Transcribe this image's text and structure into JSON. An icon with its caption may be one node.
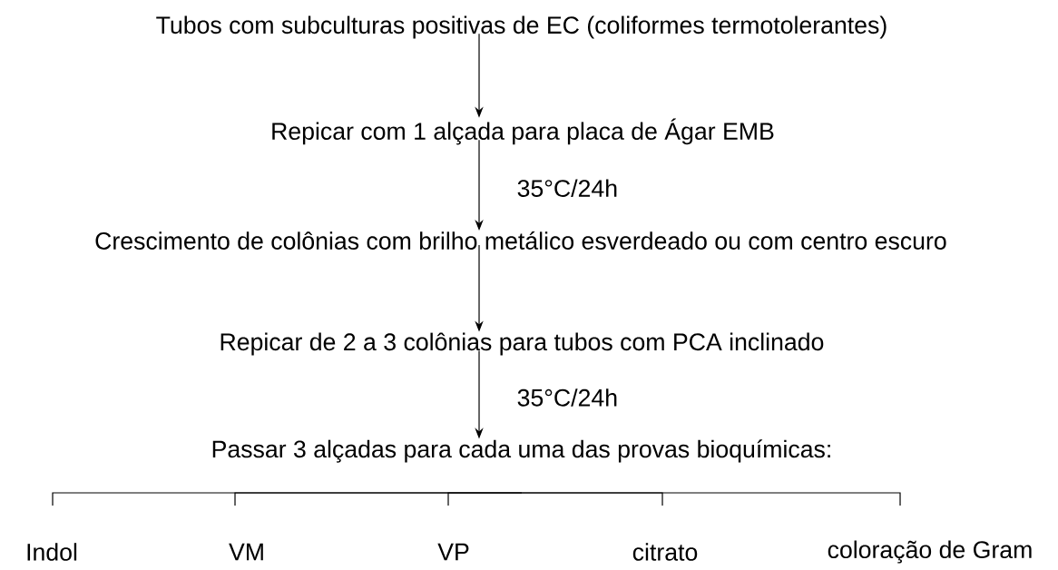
{
  "diagram": {
    "nodes": [
      {
        "text": [
          "Tubos com subculturas positivas de EC (coliformes termotolerantes)"
        ]
      },
      {
        "text": [
          "Repicar com 1 alçada para placa de Ágar EMB"
        ]
      },
      {
        "text": [
          "Crescimento de colônias com brilho metálico esverdeado ou com centro escuro"
        ]
      },
      {
        "text": [
          "Repicar de 2 a 3 colônias para tubos com PCA inclinado"
        ]
      },
      {
        "text": [
          "Passar 3 alçadas para cada uma das provas bioquímicas:"
        ]
      },
      {
        "text": [
          "Indol"
        ]
      },
      {
        "text": [
          "VM"
        ]
      },
      {
        "text": [
          "VP"
        ]
      },
      {
        "text": [
          "citrato"
        ]
      },
      {
        "text": [
          "coloração de Gram"
        ]
      }
    ],
    "edges": [
      {
        "from": 0,
        "to": 1,
        "arrow": "to"
      },
      {
        "from": 1,
        "to": 2,
        "arrow": "to",
        "label": "35°C/24h"
      },
      {
        "from": 2,
        "to": 3,
        "arrow": "to"
      },
      {
        "from": 3,
        "to": 4,
        "arrow": "to",
        "label": "35°C/24h"
      },
      {
        "from": 4,
        "to": 5,
        "arrow": "none"
      },
      {
        "from": 4,
        "to": 6,
        "arrow": "none"
      },
      {
        "from": 4,
        "to": 7,
        "arrow": "none"
      },
      {
        "from": 4,
        "to": 8,
        "arrow": "none"
      },
      {
        "from": 4,
        "to": 9,
        "arrow": "none"
      }
    ]
  }
}
